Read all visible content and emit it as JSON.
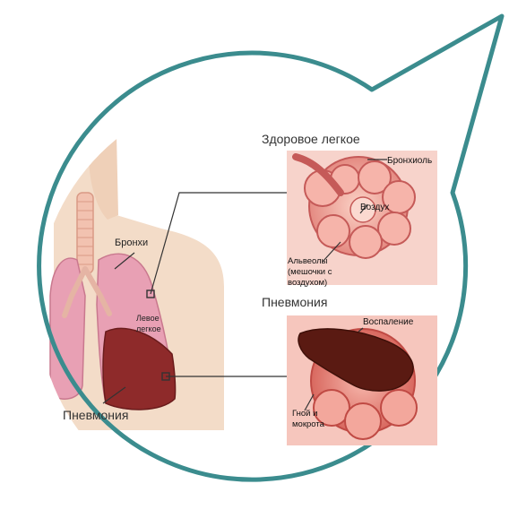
{
  "bubble": {
    "border_color": "#3b8c8e"
  },
  "labels": {
    "healthy_lung": "Здоровое легкое",
    "bronchiole": "Бронхиоль",
    "air": "Воздух",
    "alveoli_line1": "Альвеолы",
    "alveoli_line2": "(мешочки с",
    "alveoli_line3": "воздухом)",
    "pneumonia_panel": "Пневмония",
    "inflammation": "Воспаление",
    "pus_line1": "Гной и",
    "pus_line2": "мокрота",
    "bronchi": "Бронхи",
    "left_lung_line1": "Левое",
    "left_lung_line2": "легкое",
    "pneumonia_bottom": "Пневмония"
  },
  "colors": {
    "skin": "#f3dcc8",
    "lung_pink": "#e8a0b4",
    "lung_dark": "#8e2a2a",
    "alveoli_pink": "#f0a8a0",
    "pus_dark": "#5a1a12",
    "trachea": "#f2c2b0"
  }
}
